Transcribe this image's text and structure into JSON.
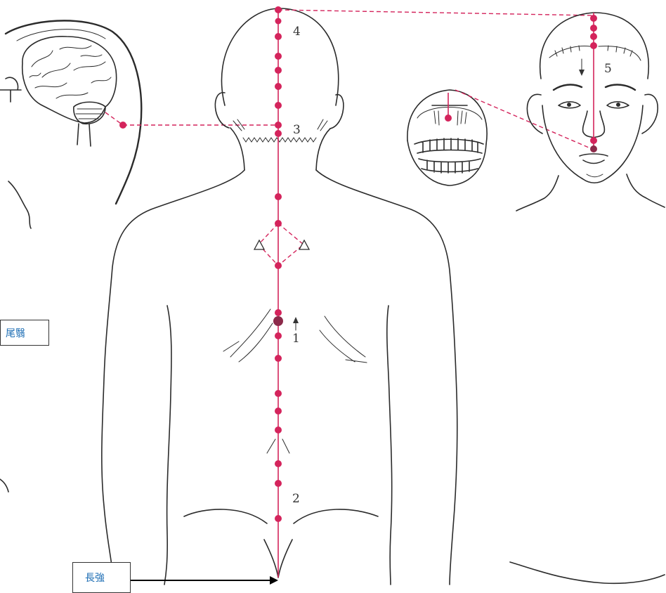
{
  "annotations": {
    "weiyi_label": "尾翳",
    "changqiang_label": "長強"
  },
  "point_numbers": {
    "one": "1",
    "two": "2",
    "three": "3",
    "four": "4",
    "five": "5"
  },
  "colors": {
    "meridian": "#d4245c",
    "meridian_dark": "#8c2a4a",
    "outline": "#2b2b2b",
    "label_text": "#1e6eb4",
    "label_border": "#333333"
  }
}
